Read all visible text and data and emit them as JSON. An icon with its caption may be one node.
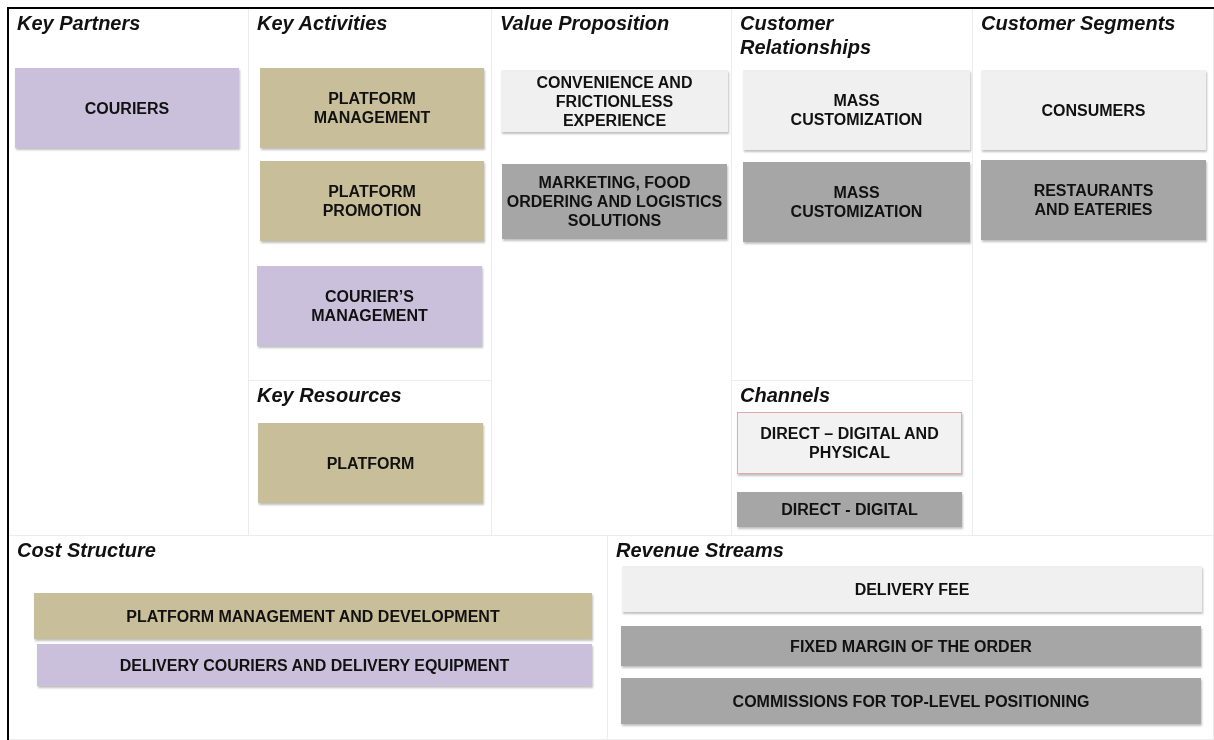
{
  "diagram": {
    "nodes": [
      {
        "text": [
          "Key Partners"
        ]
      },
      {
        "text": [
          "COURIERS"
        ],
        "in": 0
      },
      {
        "text": [
          "Key Activities"
        ]
      },
      {
        "text": [
          "PLATFORM MANAGEMENT"
        ],
        "in": 2
      },
      {
        "text": [
          "PLATFORM PROMOTION"
        ],
        "in": 2
      },
      {
        "text": [
          "COURIER’S MANAGEMENT"
        ],
        "in": 2
      },
      {
        "text": [
          "Key Resources"
        ]
      },
      {
        "text": [
          "PLATFORM"
        ],
        "in": 6
      },
      {
        "text": [
          "Value Proposition"
        ]
      },
      {
        "text": [
          "CONVENIENCE AND FRICTIONLESS EXPERIENCE"
        ],
        "in": 8
      },
      {
        "text": [
          "MARKETING, FOOD ORDERING AND LOGISTICS SOLUTIONS"
        ],
        "in": 8
      },
      {
        "text": [
          "Customer Relationships"
        ]
      },
      {
        "text": [
          "MASS CUSTOMIZATION"
        ],
        "in": 11
      },
      {
        "text": [
          "MASS CUSTOMIZATION"
        ],
        "in": 11
      },
      {
        "text": [
          "Channels"
        ]
      },
      {
        "text": [
          "DIRECT – DIGITAL AND PHYSICAL"
        ],
        "in": 14
      },
      {
        "text": [
          "DIRECT - DIGITAL"
        ],
        "in": 14
      },
      {
        "text": [
          "Customer Segments"
        ]
      },
      {
        "text": [
          "CONSUMERS"
        ],
        "in": 17
      },
      {
        "text": [
          "RESTAURANTS AND EATERIES"
        ],
        "in": 17
      },
      {
        "text": [
          "Cost Structure"
        ]
      },
      {
        "text": [
          "PLATFORM MANAGEMENT AND DEVELOPMENT"
        ],
        "in": 20
      },
      {
        "text": [
          "DELIVERY COURIERS AND DELIVERY EQUIPMENT"
        ],
        "in": 20
      },
      {
        "text": [
          "Revenue Streams"
        ]
      },
      {
        "text": [
          "DELIVERY FEE"
        ],
        "in": 23
      },
      {
        "text": [
          "FIXED MARGIN OF THE ORDER"
        ],
        "in": 23
      },
      {
        "text": [
          "COMMISSIONS FOR TOP-LEVEL POSITIONING"
        ],
        "in": 23
      }
    ]
  }
}
